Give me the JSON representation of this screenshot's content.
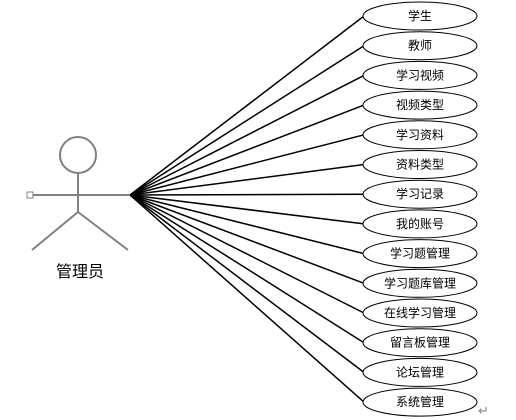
{
  "actor": {
    "label": "管理员"
  },
  "use_cases": [
    {
      "label": "学生"
    },
    {
      "label": "教师"
    },
    {
      "label": "学习视频"
    },
    {
      "label": "视频类型"
    },
    {
      "label": "学习资料"
    },
    {
      "label": "资料类型"
    },
    {
      "label": "学习记录"
    },
    {
      "label": "我的账号"
    },
    {
      "label": "学习题管理"
    },
    {
      "label": "学习题库管理"
    },
    {
      "label": "在线学习管理"
    },
    {
      "label": "留言板管理"
    },
    {
      "label": "论坛管理"
    },
    {
      "label": "系统管理"
    }
  ],
  "return_mark": "↵"
}
